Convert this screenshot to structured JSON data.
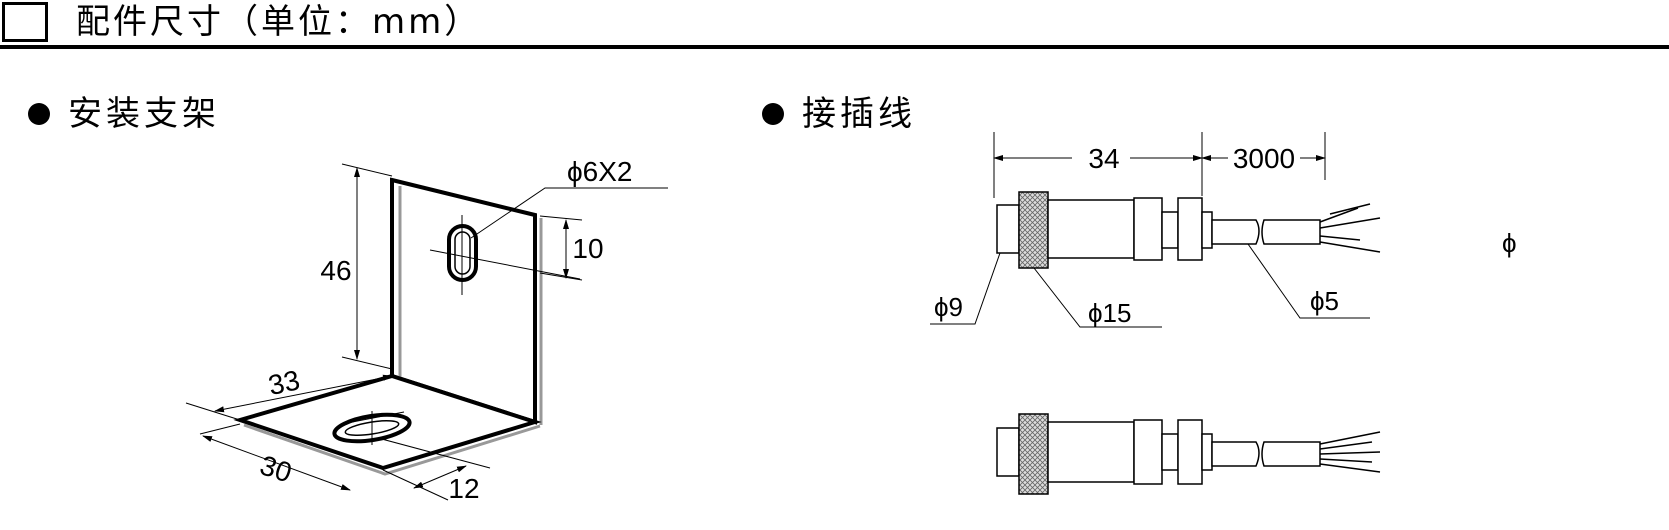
{
  "header": {
    "title": "配件尺寸（单位：mm）"
  },
  "sections": {
    "bracket": {
      "title": "安装支架",
      "labels": {
        "hole": "ϕ6X2",
        "height": "46",
        "slot": "10",
        "depth": "33",
        "width": "30",
        "offset": "12"
      }
    },
    "cable": {
      "title": "接插线",
      "labels": {
        "body_len": "34",
        "cable_len": "3000",
        "d_tip": "ϕ9",
        "d_nut": "ϕ15",
        "d_cable": "ϕ5",
        "d_extra": "ϕ"
      }
    }
  },
  "colors": {
    "line": "#000000",
    "fill": "#ffffff",
    "plate_edge": "#888888"
  }
}
